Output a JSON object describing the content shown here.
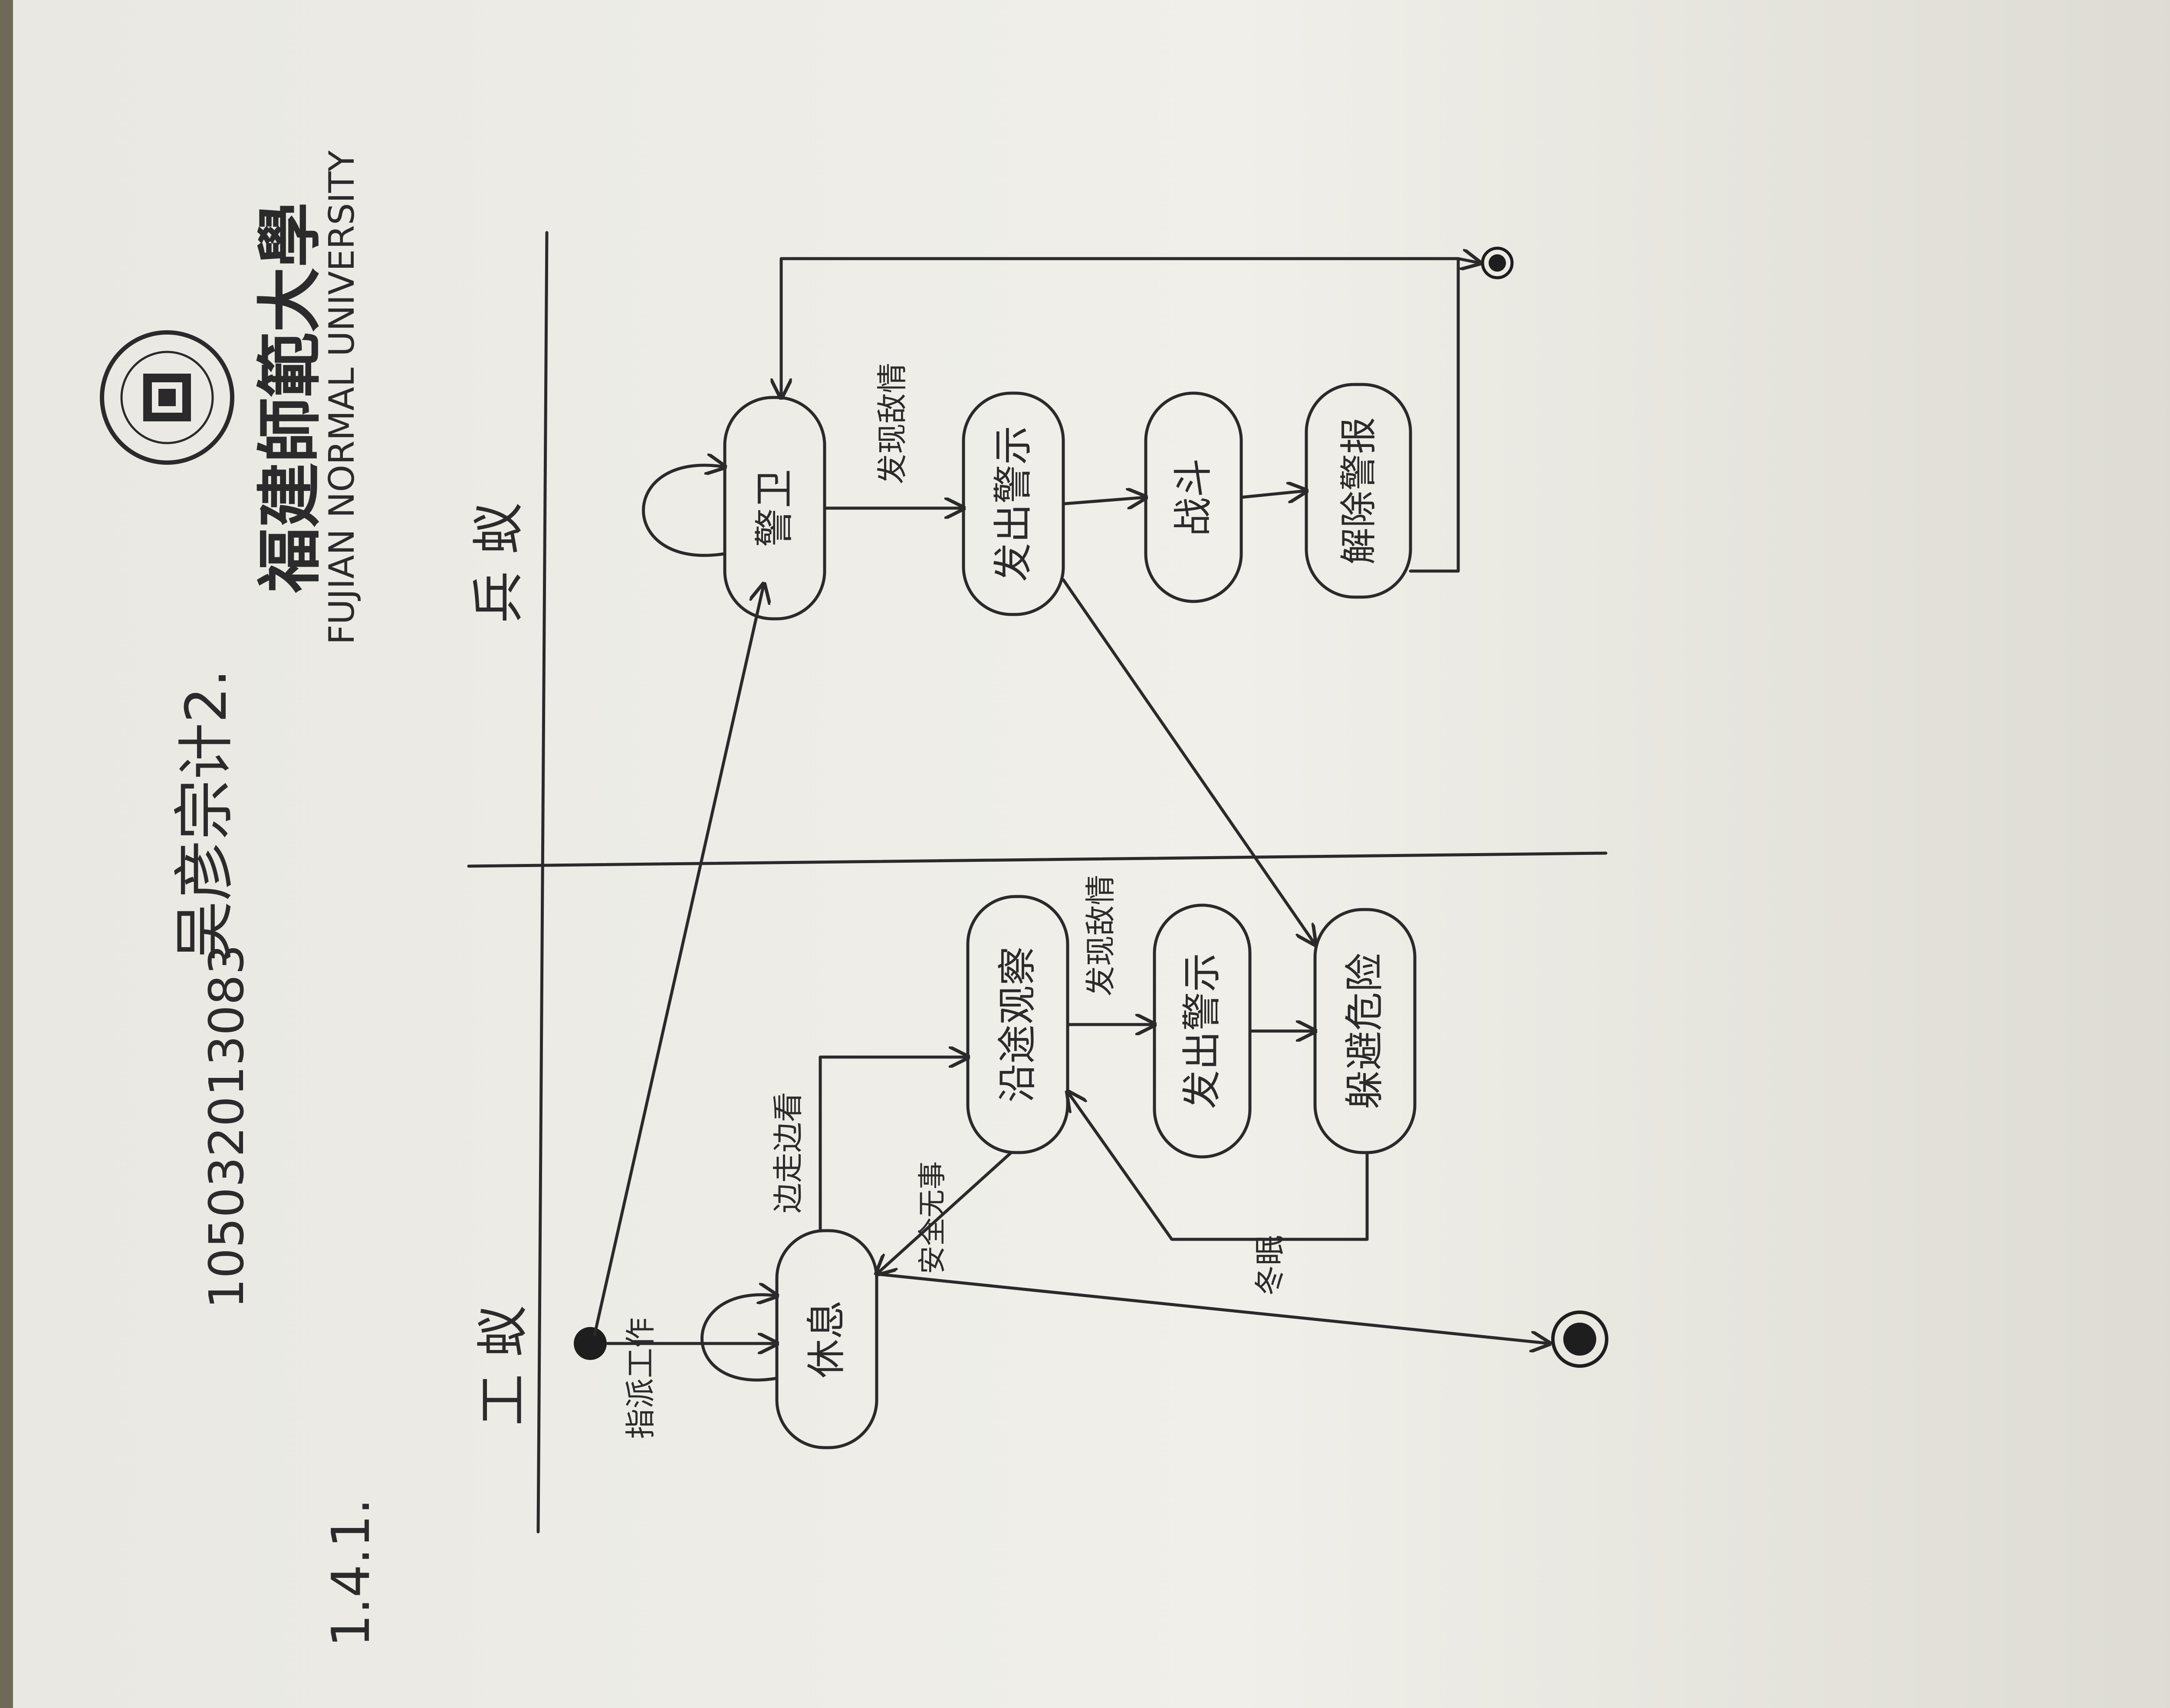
{
  "page": {
    "number_label": "1.4.1.",
    "student_id": "105032013083",
    "author": "吴彦宗",
    "assignment": "计2."
  },
  "letterhead": {
    "name_cn": "福建師範大學",
    "name_en": "FUJIAN NORMAL UNIVERSITY"
  },
  "lanes": {
    "worker": "工 蚁",
    "soldier": "兵 蚁"
  },
  "states": {
    "rest": "休息",
    "patrol": "沿途观察",
    "worker_warn": "发出警示",
    "evade": "躲避危险",
    "guard": "警卫",
    "soldier_warn": "发出警示",
    "fight": "战斗",
    "clear_alarm": "解除警报"
  },
  "transitions": {
    "assign_work": "指派工作",
    "to_border": "边走边看",
    "found_enemy_worker": "发现敌情",
    "safe": "安全无事",
    "end": "冬眠",
    "found_enemy_soldier": "发现敌情"
  },
  "colors": {
    "paper": "#eceae4",
    "ink": "#2a2a2a",
    "background": "#6f6a58"
  }
}
